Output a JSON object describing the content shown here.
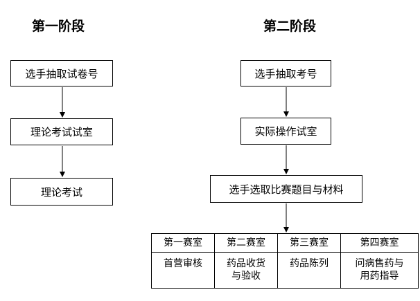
{
  "stage1": {
    "title": "第一阶段",
    "steps": [
      "选手抽取试卷号",
      "理论考试试室",
      "理论考试"
    ]
  },
  "stage2": {
    "title": "第二阶段",
    "steps": [
      "选手抽取考号",
      "实际操作试室",
      "选手选取比赛题目与材料"
    ],
    "rooms": {
      "headers": [
        "第一赛室",
        "第二赛室",
        "第三赛室",
        "第四赛室"
      ],
      "tasks": [
        [
          "首营审核"
        ],
        [
          "药品收货",
          "与验收"
        ],
        [
          "药品陈列"
        ],
        [
          "问病售药与",
          "用药指导"
        ]
      ]
    }
  }
}
